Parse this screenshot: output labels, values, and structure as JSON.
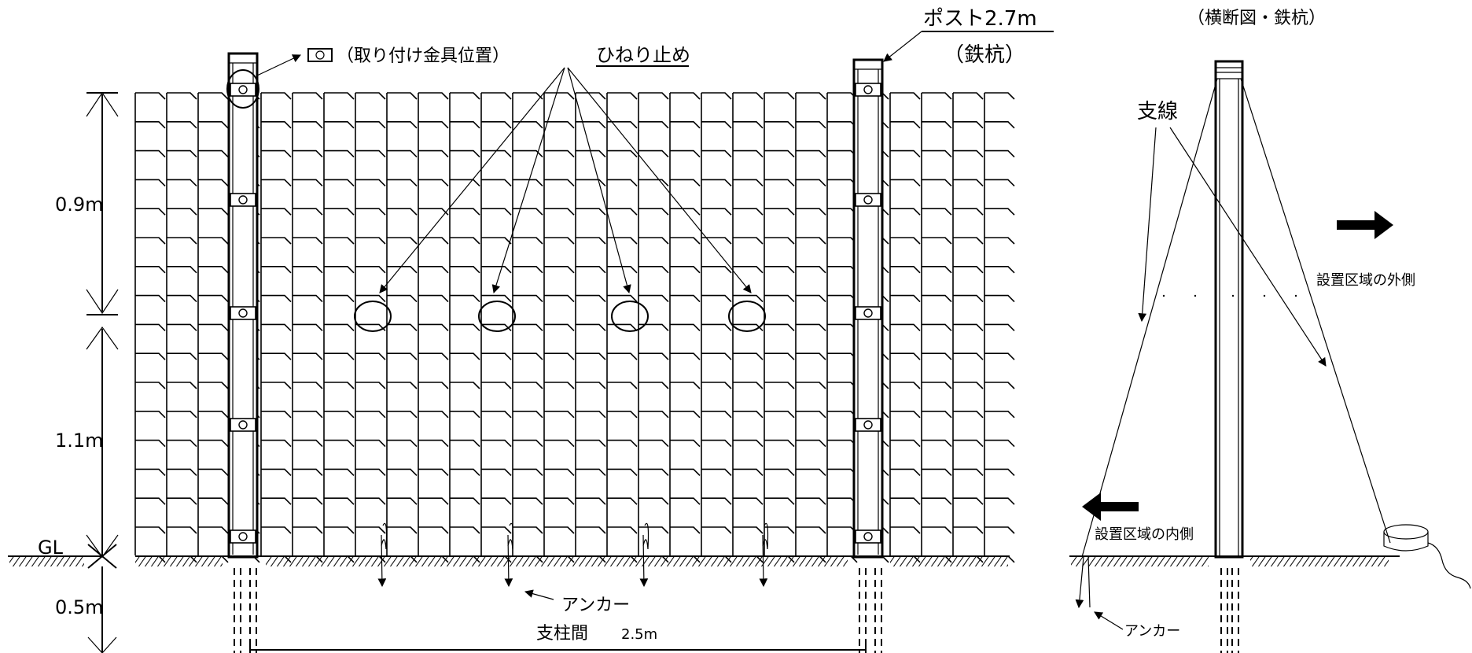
{
  "labels": {
    "post": "ポスト2.7m",
    "post_sub": "（鉄杭）",
    "bracket": "（取り付け金具位置）",
    "twist": "ひねり止め",
    "cross_title": "（横断図・鉄杭）",
    "guy_wire": "支線",
    "outside": "設置区域の外側",
    "inside": "設置区域の内側",
    "anchor": "アンカー",
    "anchor2": "アンカー",
    "span": "支柱間",
    "span_value": "2.5m",
    "dim_upper": "0.9m",
    "dim_lower": "1.1m",
    "dim_ground": "0.5m",
    "gl": "GL"
  },
  "colors": {
    "stroke": "#000000",
    "background": "#ffffff"
  }
}
